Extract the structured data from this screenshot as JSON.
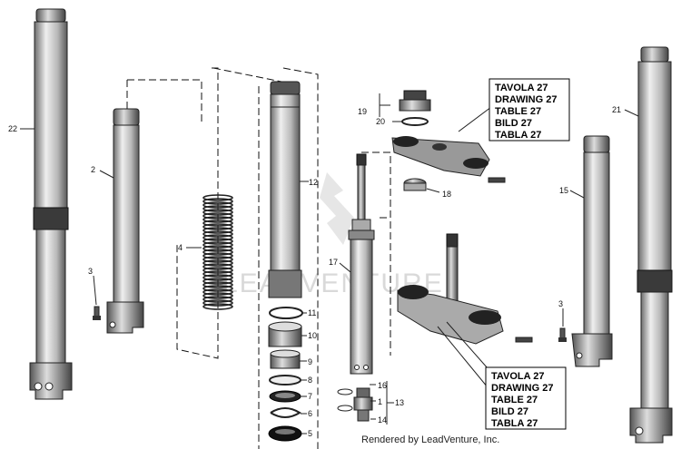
{
  "watermark": "LEADVENTURE",
  "footer": "Rendered by LeadVenture, Inc.",
  "ref_box_top": [
    "TAVOLA 27",
    "DRAWING 27",
    "TABLE 27",
    "BILD 27",
    "TABLA 27"
  ],
  "ref_box_bottom": [
    "TAVOLA 27",
    "DRAWING 27",
    "TABLE 27",
    "BILD 27",
    "TABLA 27"
  ],
  "callouts": {
    "c22": "22",
    "c2": "2",
    "c3a": "3",
    "c4": "4",
    "c12": "12",
    "c17": "17",
    "c11": "11",
    "c10": "10",
    "c9": "9",
    "c8": "8",
    "c7": "7",
    "c6": "6",
    "c5": "5",
    "c16": "16",
    "c1": "1",
    "c14": "14",
    "c13": "13",
    "c19": "19",
    "c20": "20",
    "c18": "18",
    "c21": "21",
    "c15": "15",
    "c3b": "3"
  }
}
